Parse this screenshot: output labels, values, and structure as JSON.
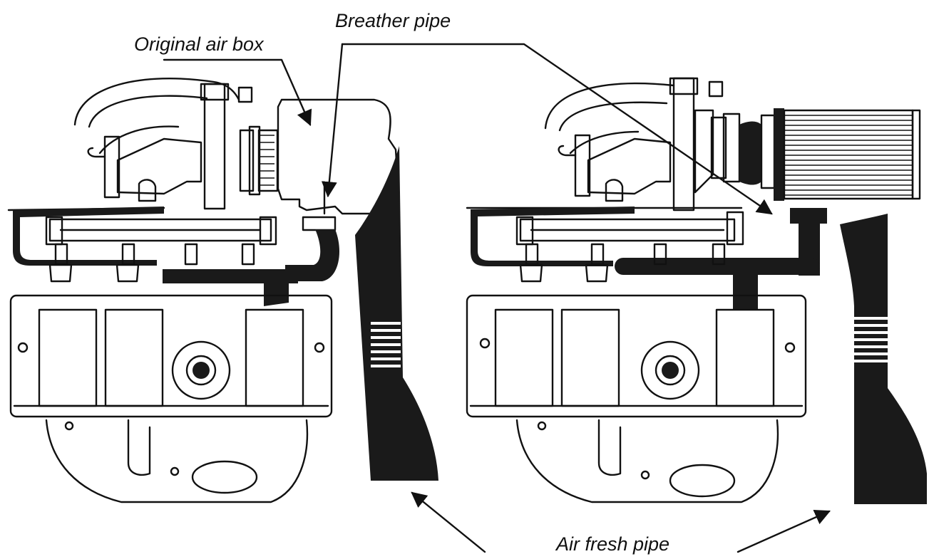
{
  "labels": {
    "original_air_box": "Original air box",
    "breather_pipe": "Breather pipe",
    "air_fresh_pipe": "Air fresh pipe"
  },
  "colors": {
    "ink": "#111111",
    "background": "#ffffff"
  }
}
